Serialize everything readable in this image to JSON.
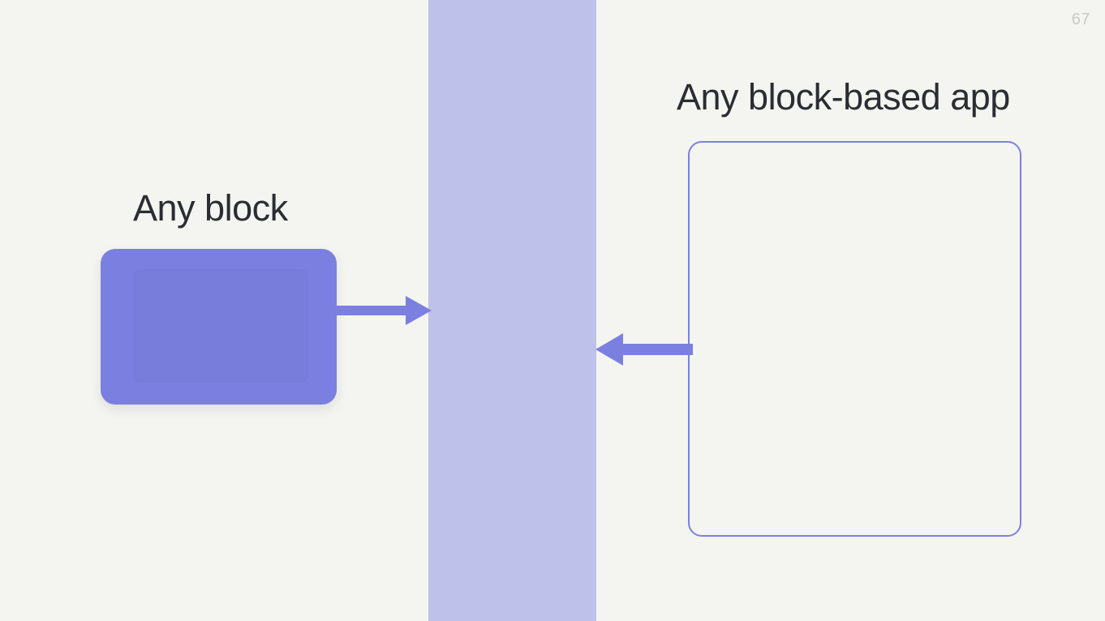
{
  "slide": {
    "page_number": "67",
    "background_color": "#f4f5f0",
    "accent_color": "#7b80e0",
    "band_color": "#bec1ea",
    "text_color": "#2b2d33"
  },
  "left": {
    "heading": "Any block",
    "block_label": "",
    "block_color": "#7b80e0"
  },
  "right": {
    "heading": "Any block-based app",
    "card_border_color": "#7b80e0"
  },
  "arrows": {
    "right_arrow_name": "arrow-right-icon",
    "left_arrow_name": "arrow-left-icon",
    "color": "#7b80e0"
  },
  "band": {
    "label": "",
    "color": "#bec1ea"
  }
}
